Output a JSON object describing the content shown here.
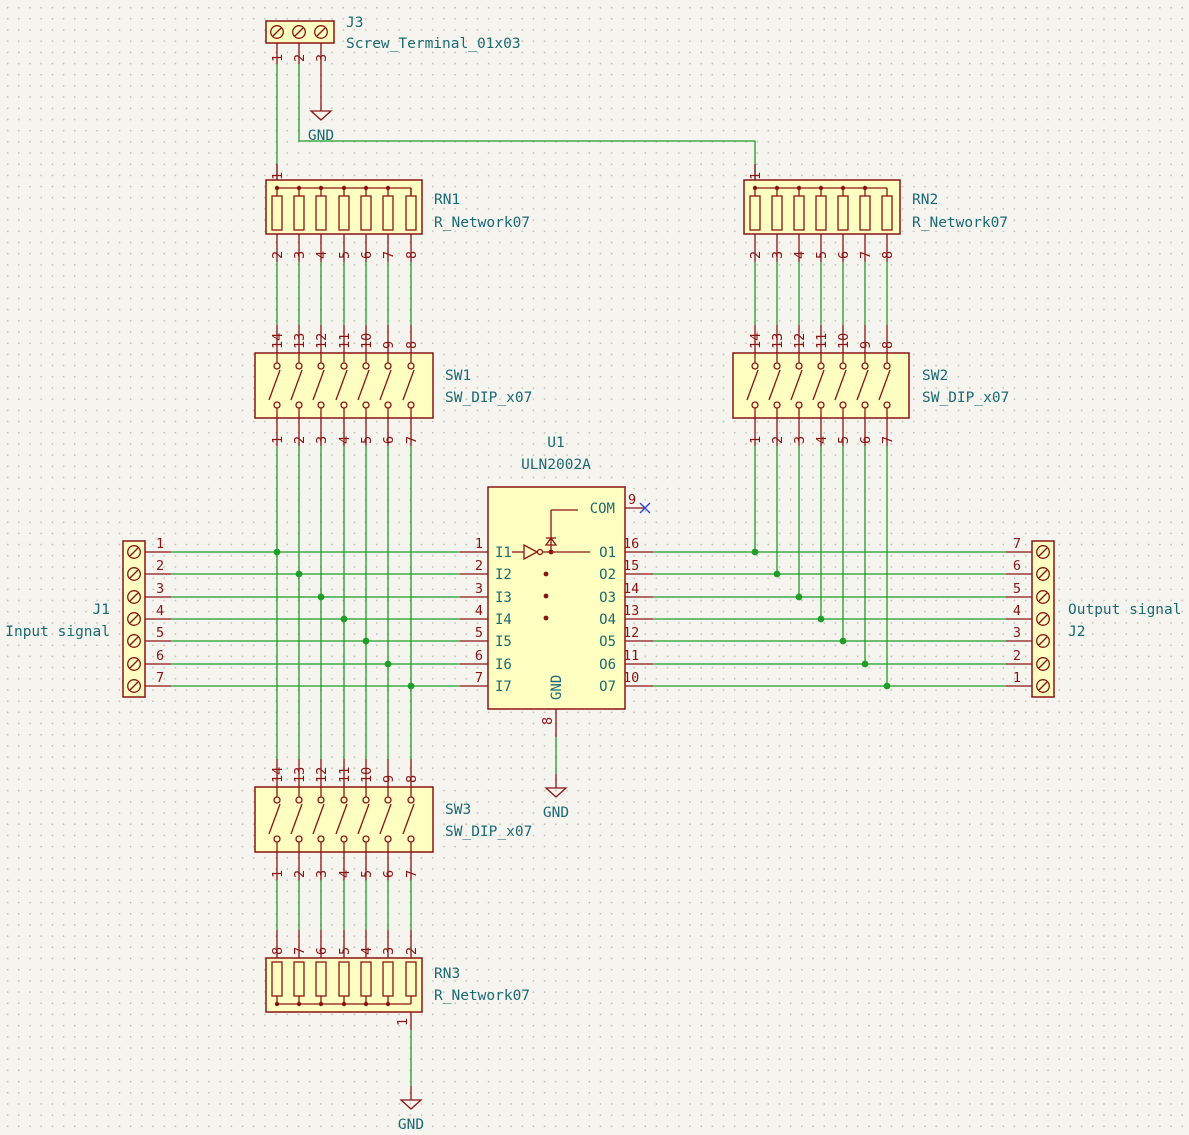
{
  "components": {
    "J3": {
      "ref": "J3",
      "value": "Screw_Terminal_01x03",
      "pins": [
        "1",
        "2",
        "3"
      ]
    },
    "RN1": {
      "ref": "RN1",
      "value": "R_Network07",
      "pins": [
        "1",
        "2",
        "3",
        "4",
        "5",
        "6",
        "7",
        "8"
      ]
    },
    "RN2": {
      "ref": "RN2",
      "value": "R_Network07",
      "pins": [
        "1",
        "2",
        "3",
        "4",
        "5",
        "6",
        "7",
        "8"
      ]
    },
    "RN3": {
      "ref": "RN3",
      "value": "R_Network07",
      "pins": [
        "1",
        "8",
        "7",
        "6",
        "5",
        "4",
        "3",
        "2"
      ]
    },
    "SW1": {
      "ref": "SW1",
      "value": "SW_DIP_x07",
      "top_pins": [
        "14",
        "13",
        "12",
        "11",
        "10",
        "9",
        "8"
      ],
      "bottom_pins": [
        "1",
        "2",
        "3",
        "4",
        "5",
        "6",
        "7"
      ]
    },
    "SW2": {
      "ref": "SW2",
      "value": "SW_DIP_x07",
      "top_pins": [
        "14",
        "13",
        "12",
        "11",
        "10",
        "9",
        "8"
      ],
      "bottom_pins": [
        "1",
        "2",
        "3",
        "4",
        "5",
        "6",
        "7"
      ]
    },
    "SW3": {
      "ref": "SW3",
      "value": "SW_DIP_x07",
      "top_pins": [
        "14",
        "13",
        "12",
        "11",
        "10",
        "9",
        "8"
      ],
      "bottom_pins": [
        "1",
        "2",
        "3",
        "4",
        "5",
        "6",
        "7"
      ]
    },
    "U1": {
      "ref": "U1",
      "value": "ULN2002A",
      "inputs": [
        "I1",
        "I2",
        "I3",
        "I4",
        "I5",
        "I6",
        "I7"
      ],
      "outputs": [
        "O1",
        "O2",
        "O3",
        "O4",
        "O5",
        "O6",
        "O7"
      ],
      "input_pins": [
        "1",
        "2",
        "3",
        "4",
        "5",
        "6",
        "7"
      ],
      "output_pins": [
        "16",
        "15",
        "14",
        "13",
        "12",
        "11",
        "10"
      ],
      "com_label": "COM",
      "com_pin": "9",
      "gnd_label": "GND",
      "gnd_pin": "8"
    },
    "J1": {
      "ref": "J1",
      "value": "Input signal",
      "pins": [
        "1",
        "2",
        "3",
        "4",
        "5",
        "6",
        "7"
      ]
    },
    "J2": {
      "ref": "J2",
      "value": "Output signal",
      "pins": [
        "7",
        "6",
        "5",
        "4",
        "3",
        "2",
        "1"
      ]
    }
  },
  "power": {
    "gnd_j3": "GND",
    "gnd_u1": "GND",
    "gnd_rn3": "GND"
  },
  "colors": {
    "wire": "#1f9e27",
    "symbol": "#8a1414",
    "body_fill": "#ffffc2",
    "text": "#1b6a73",
    "nc_marker": "#3149c9",
    "background": "#f5f4ef"
  },
  "icons": [
    "screw-terminal-icon",
    "resistor-network-icon",
    "dip-switch-icon",
    "gnd-symbol-icon",
    "buffer-icon",
    "diode-icon",
    "no-connect-icon"
  ]
}
